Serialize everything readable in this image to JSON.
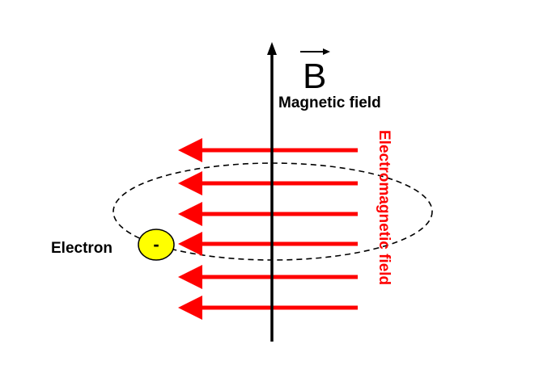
{
  "labels": {
    "b_symbol": "B",
    "magnetic_field": "Magnetic field",
    "electromagnetic_field": "Electromagnetic field",
    "electron": "Electron",
    "electron_charge": "-"
  },
  "colors": {
    "axis": "#000000",
    "field_arrows": "#ff0000",
    "field_label": "#ff0000",
    "orbit": "#000000",
    "electron_fill": "#ffff00",
    "electron_stroke": "#000000",
    "text": "#000000"
  },
  "field_arrow_count": 6
}
